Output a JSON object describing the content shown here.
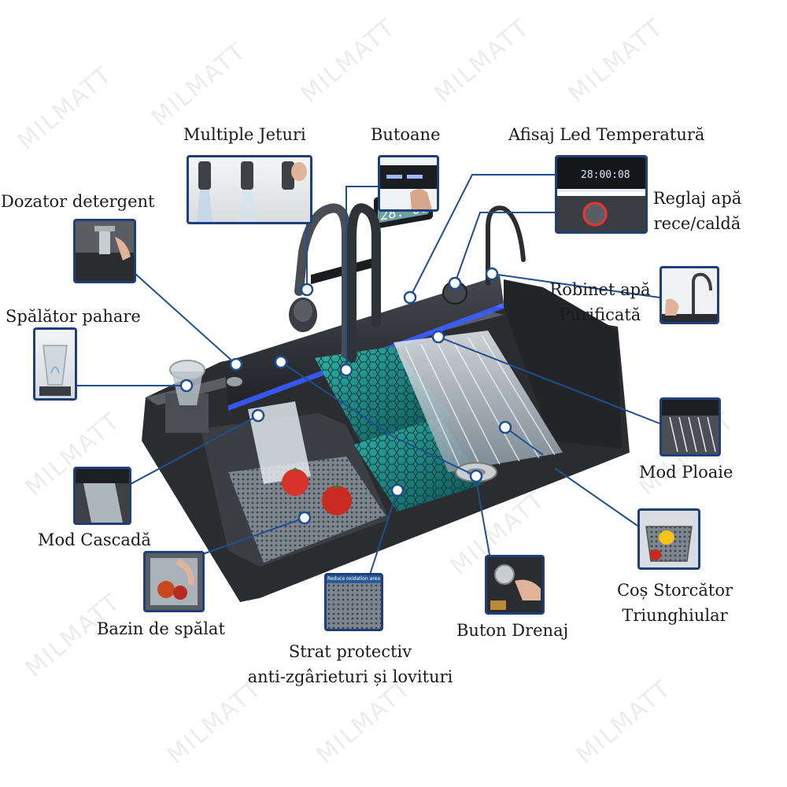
{
  "watermark": "MILMATT",
  "labels": {
    "multiple_jets": "Multiple Jeturi",
    "buttons": "Butoane",
    "led_display": "Afisaj Led Temperatură",
    "detergent": "Dozator detergent",
    "water_temp_line1": "Reglaj  apă",
    "water_temp_line2": "rece/caldă",
    "glass_washer": "Spălător pahare",
    "purified_line1": "Robinet apă",
    "purified_line2": "Purificată",
    "rain_mode": "Mod Ploaie",
    "cascade_mode": "Mod Cascadă",
    "basket_line1": "Coș Storcător",
    "basket_line2": "Triunghiular",
    "wash_basin": "Bazin de spălat",
    "drain_button": "Buton Drenaj",
    "coating_line1": "Strat protectiv",
    "coating_line2": "anti-zgârieturi și lovituri"
  },
  "display": {
    "readout": "28: 00:08"
  },
  "inset_caption": "Reduce oxidation area",
  "colors": {
    "line": "#1f4f8f",
    "frame": "#1f3f7a",
    "sink": "#2b2d31",
    "teal": "#1a8f8a",
    "led": "#3a5cff"
  }
}
